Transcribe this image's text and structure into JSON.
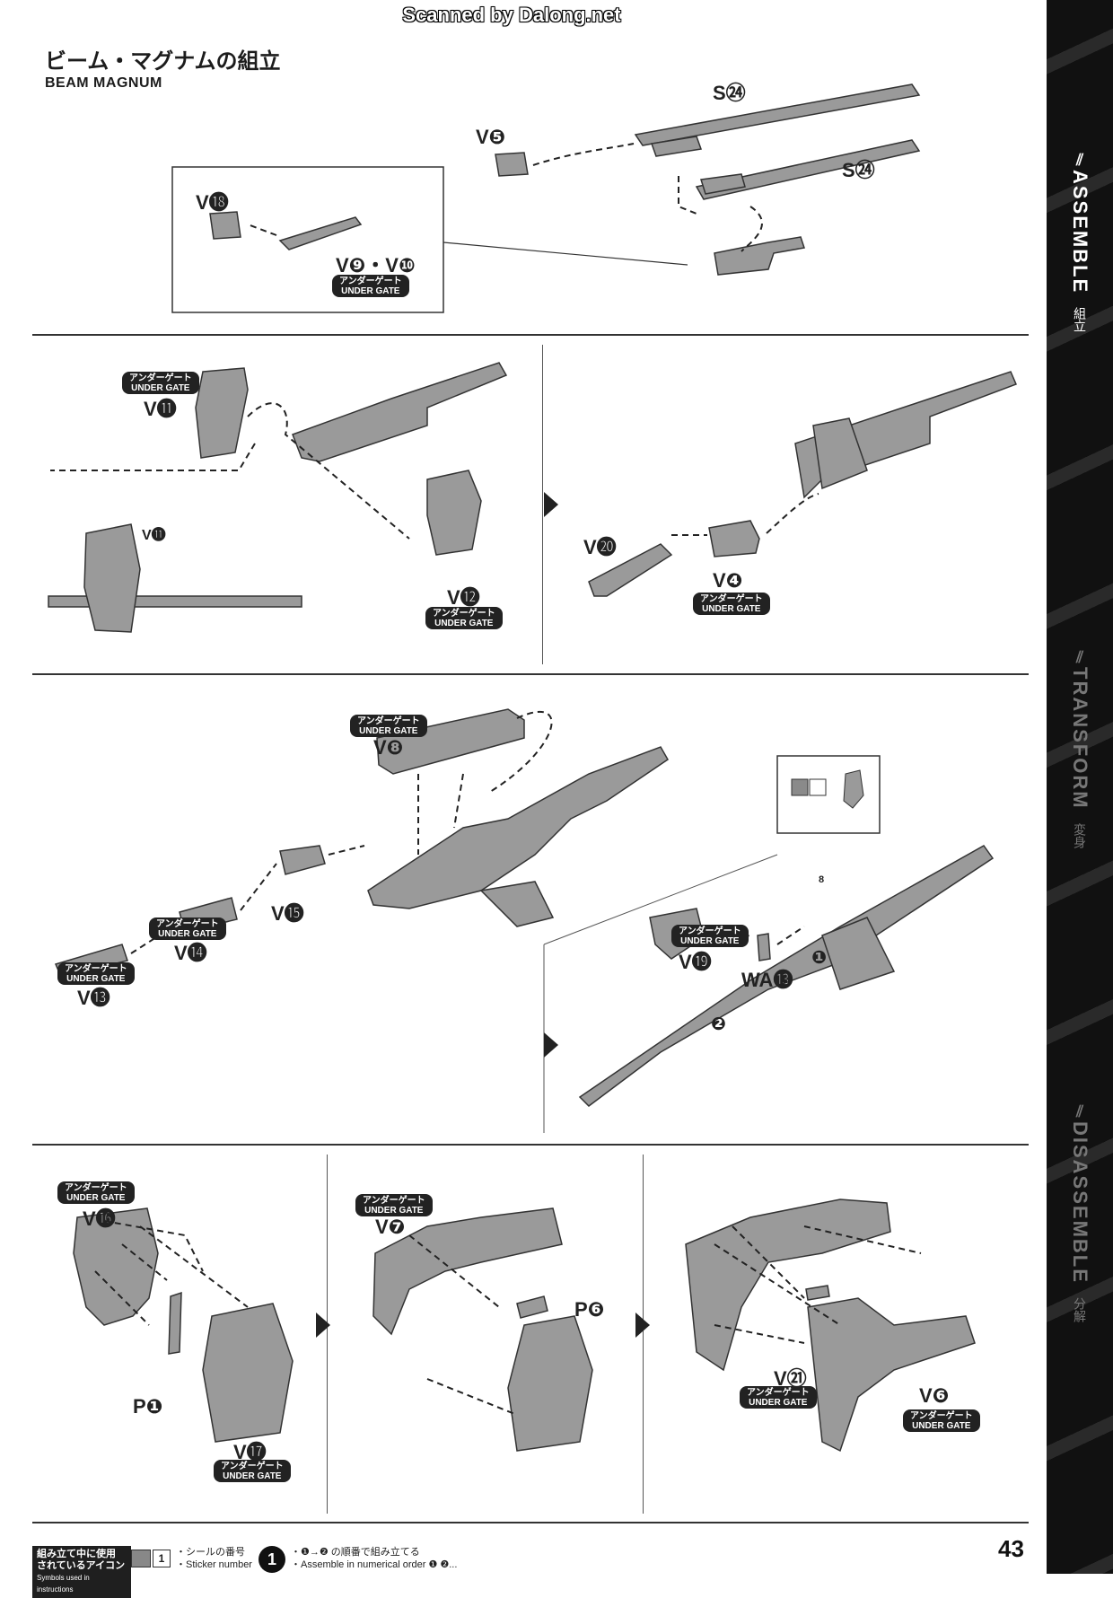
{
  "scan_watermark": "Scanned by Dalong.net",
  "header": {
    "title_jp": "ビーム・マグナムの組立",
    "title_en": "BEAM MAGNUM"
  },
  "under_gate": {
    "jp": "アンダーゲート",
    "en": "UNDER GATE"
  },
  "step1": {
    "labels": {
      "v5": "V❺",
      "s24a": "S㉔",
      "s24b": "S㉔",
      "v18": "V⓲",
      "v9v10": "V❾・V❿"
    }
  },
  "step2": {
    "labels": {
      "v11": "V⓫",
      "v11_small": "V⓫",
      "v12": "V⓬",
      "v20": "V⓴",
      "v4": "V❹"
    }
  },
  "step3": {
    "labels": {
      "v8": "V❽",
      "v15": "V⓯",
      "v14": "V⓮",
      "v13": "V⓭",
      "v19": "V⓳",
      "wa13": "WA⓭",
      "sticker_no": "8",
      "order1": "❶",
      "order2": "❷"
    }
  },
  "step4": {
    "labels": {
      "v16": "V⓰",
      "p1": "P❶",
      "v17": "V⓱",
      "v7": "V❼",
      "p6": "P❻",
      "v21": "V㉑",
      "v6": "V❻"
    }
  },
  "sidebar": {
    "sections": [
      {
        "en": "ASSEMBLE",
        "jp": "組立"
      },
      {
        "en": "TRANSFORM",
        "jp": "変身"
      },
      {
        "en": "DISASSEMBLE",
        "jp": "分解"
      }
    ]
  },
  "footer": {
    "icons_jp_1": "組み立て中に使用",
    "icons_jp_2": "されているアイコン",
    "icons_en": "Symbols used in instructions",
    "sticker_num": "1",
    "sticker_jp": "・シールの番号",
    "sticker_en": "・Sticker number",
    "order_num": "1",
    "order_jp": "・❶→❷ の順番で組み立てる",
    "order_en": "・Assemble in numerical order ❶ ❷..."
  },
  "page_number": "43"
}
